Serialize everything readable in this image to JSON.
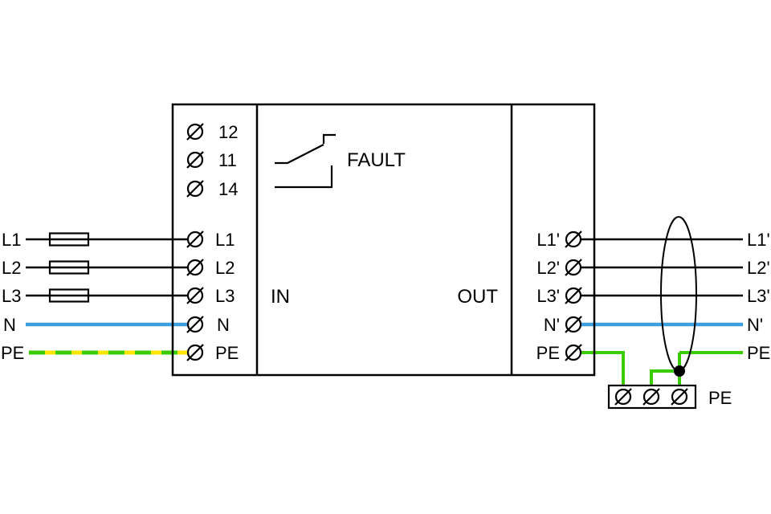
{
  "colors": {
    "line": "#000000",
    "neutral_wire": "#3b9fe0",
    "pe_green": "#3bcc00",
    "pe_yellow": "#ffe600",
    "background": "#ffffff"
  },
  "device": {
    "in_label": "IN",
    "out_label": "OUT",
    "fault_label": "FAULT",
    "relay_terminal_labels": [
      "12",
      "11",
      "14"
    ],
    "input_terminal_labels": [
      "L1",
      "L2",
      "L3",
      "N",
      "PE"
    ],
    "output_terminal_labels": [
      "L1'",
      "L2'",
      "L3'",
      "N'",
      "PE"
    ]
  },
  "external": {
    "left_labels": [
      "L1",
      "L2",
      "L3",
      "N",
      "PE"
    ],
    "right_labels": [
      "L1'",
      "L2'",
      "L3'",
      "N'",
      "PE"
    ],
    "ground_label": "PE"
  }
}
